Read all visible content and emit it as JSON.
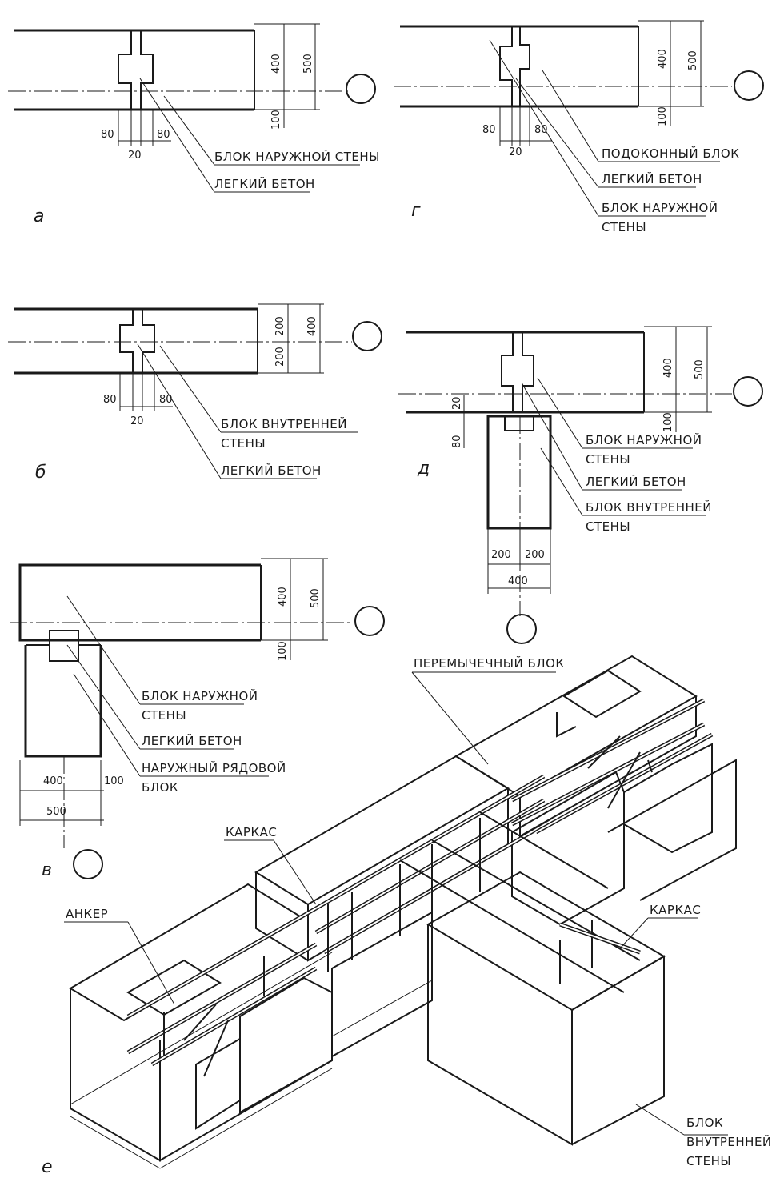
{
  "figures": {
    "a": {
      "letter": "а",
      "dims": {
        "d400": "400",
        "d500": "500",
        "d100": "100",
        "d80a": "80",
        "d20": "20",
        "d80b": "80"
      },
      "labels": {
        "outer_wall_block": "БЛОК НАРУЖНОЙ СТЕНЫ",
        "light_concrete": "ЛЕГКИЙ БЕТОН"
      }
    },
    "g": {
      "letter": "г",
      "dims": {
        "d400": "400",
        "d500": "500",
        "d100": "100",
        "d80a": "80",
        "d20": "20",
        "d80b": "80"
      },
      "labels": {
        "sill_block": "ПОДОКОННЫЙ БЛОК",
        "light_concrete": "ЛЕГКИЙ БЕТОН",
        "outer_wall_block_1": "БЛОК НАРУЖНОЙ",
        "outer_wall_block_2": "СТЕНЫ"
      }
    },
    "b": {
      "letter": "б",
      "dims": {
        "d200a": "200",
        "d200b": "200",
        "d400": "400",
        "d80a": "80",
        "d20": "20",
        "d80b": "80"
      },
      "labels": {
        "inner_wall_block_1": "БЛОК ВНУТРЕННЕЙ",
        "inner_wall_block_2": "СТЕНЫ",
        "light_concrete": "ЛЕГКИЙ БЕТОН"
      }
    },
    "d": {
      "letter": "д",
      "dims": {
        "d400": "400",
        "d500": "500",
        "d100": "100",
        "d20": "20",
        "d80": "80",
        "d200a": "200",
        "d200b": "200",
        "d400b": "400"
      },
      "labels": {
        "outer_wall_block_1": "БЛОК НАРУЖНОЙ",
        "outer_wall_block_2": "СТЕНЫ",
        "light_concrete": "ЛЕГКИЙ БЕТОН",
        "inner_wall_block_1": "БЛОК ВНУТРЕННЕЙ",
        "inner_wall_block_2": "СТЕНЫ"
      }
    },
    "v": {
      "letter": "в",
      "dims": {
        "d400": "400",
        "d500": "500",
        "d100": "100",
        "d400h": "400",
        "d100h": "100",
        "d500h": "500"
      },
      "labels": {
        "outer_wall_block_1": "БЛОК НАРУЖНОЙ",
        "outer_wall_block_2": "СТЕНЫ",
        "light_concrete": "ЛЕГКИЙ БЕТОН",
        "ordinary_block_1": "НАРУЖНЫЙ РЯДОВОЙ",
        "ordinary_block_2": "БЛОК"
      }
    },
    "e": {
      "letter": "е",
      "labels": {
        "lintel_block": "ПЕРЕМЫЧЕЧНЫЙ БЛОК",
        "cage_1": "КАРКАС",
        "cage_2": "КАРКАС",
        "anchor": "АНКЕР",
        "inner_block_1": "БЛОК",
        "inner_block_2": "ВНУТРЕННЕЙ",
        "inner_block_3": "СТЕНЫ"
      }
    }
  }
}
